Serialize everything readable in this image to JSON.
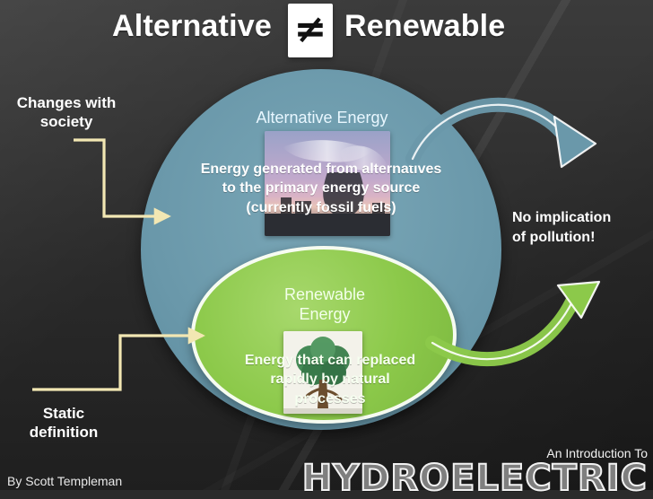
{
  "header": {
    "left": "Alternative",
    "right": "Renewable",
    "symbol_icon": "not-equal-icon"
  },
  "labels": {
    "changes_with_society": "Changes with\nsociety",
    "static_definition": "Static\ndefinition",
    "no_implication": "No implication\nof pollution!"
  },
  "alternative": {
    "title": "Alternative Energy",
    "definition": "Energy generated from alternatives\nto the primary energy source\n(currently fossil fuels)"
  },
  "renewable": {
    "title": "Renewable\nEnergy",
    "definition": "Energy that can replaced\nrapidly by natural\nprocesses"
  },
  "footer": {
    "author": "By Scott Templeman",
    "intro": "An Introduction To",
    "brand": "HYDROELECTRIC"
  },
  "colors": {
    "outer_circle": "#6a98aa",
    "inner_circle": "#8cc94a",
    "connector": "#f2e7b3",
    "arrow_top": "#6a98aa",
    "arrow_bottom": "#8cc94a"
  }
}
